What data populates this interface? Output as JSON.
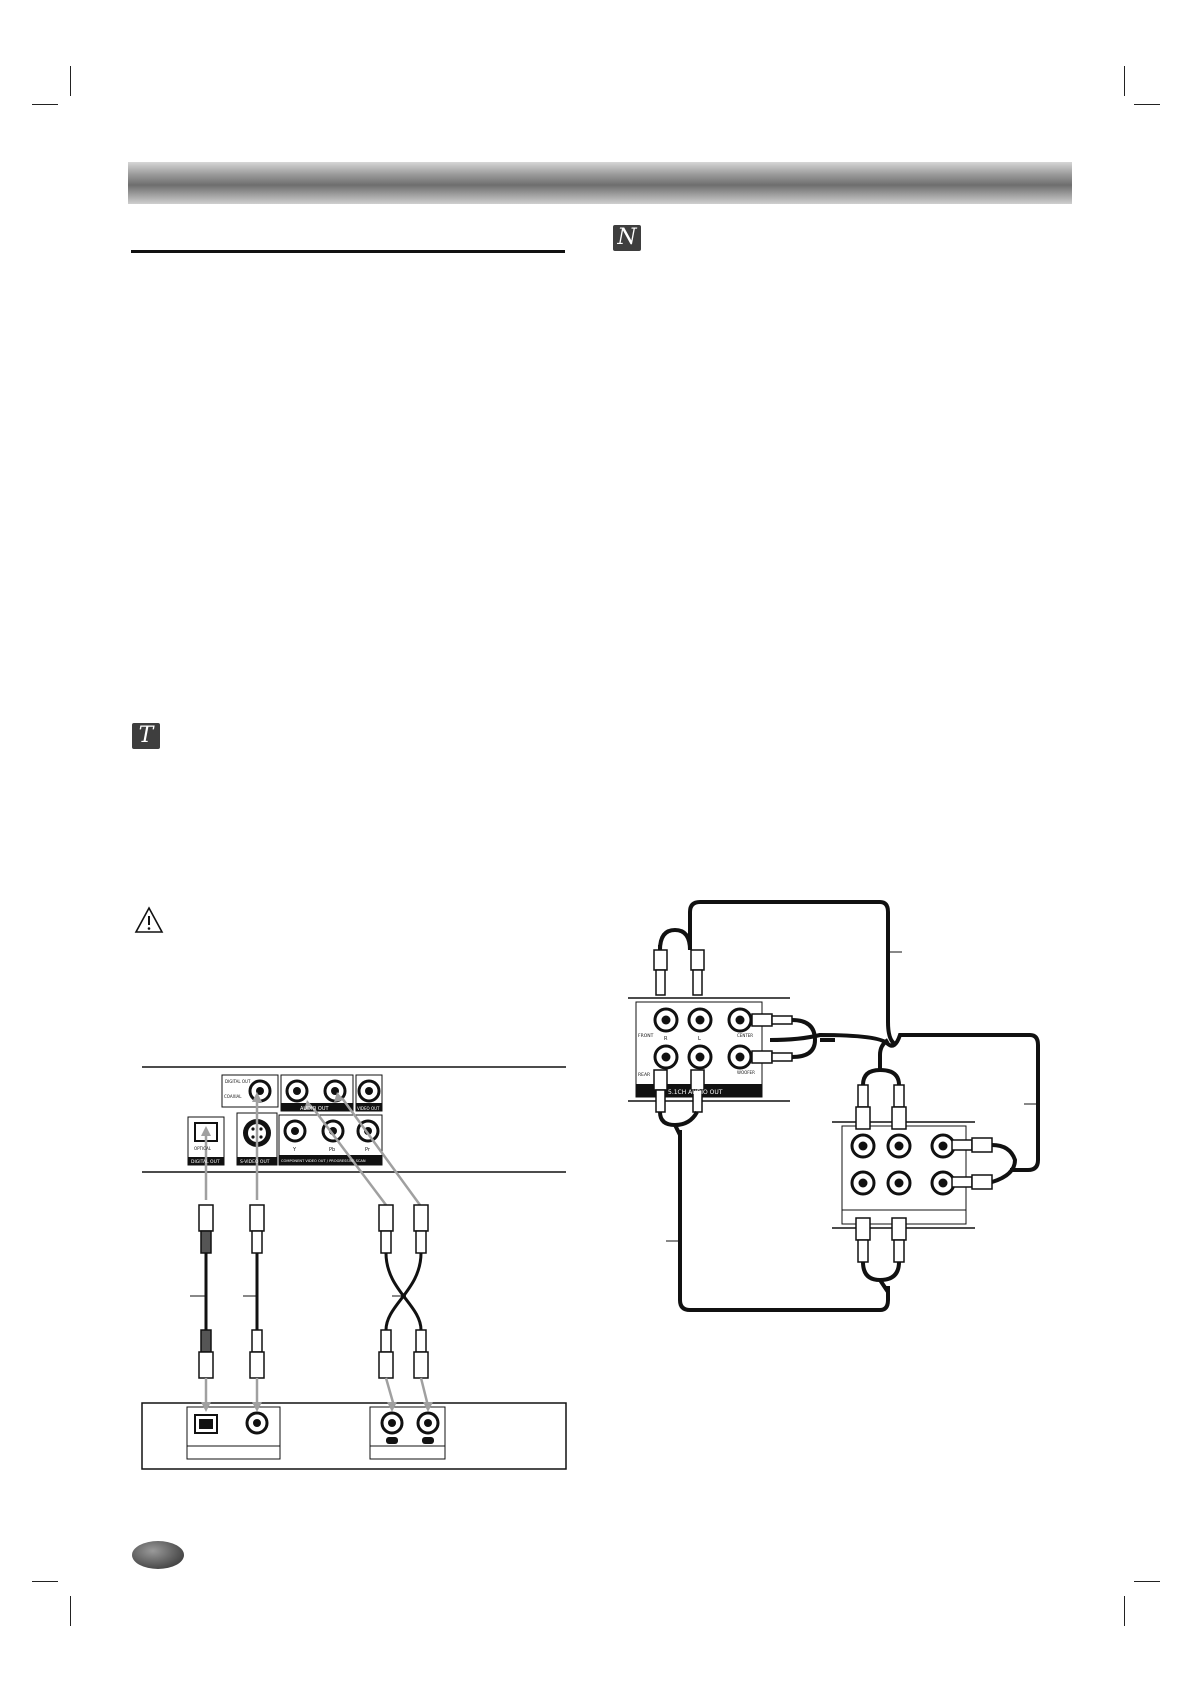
{
  "icons": {
    "note": "N",
    "tip": "T",
    "caution": "!"
  },
  "rear_panel_labels": {
    "digital_audio_out": "DIGITAL OUT",
    "coaxial": "COAXIAL",
    "optical_out": "DIGITAL OUT",
    "optical": "OPTICAL",
    "s_video_out": "S-VIDEO OUT",
    "audio_out": "AUDIO OUT",
    "video_out": "VIDEO OUT",
    "component_out": "COMPONENT VIDEO OUT / PROGRESSIVE SCAN",
    "y": "Y",
    "pb": "Pb",
    "pr": "Pr"
  },
  "surround_panel_labels": {
    "panel": "5.1CH AUDIO OUT",
    "front": "FRONT",
    "rear": "REAR",
    "center": "CENTER",
    "woofer": "WOOFER",
    "r": "R",
    "l": "L"
  },
  "colors": {
    "title_bar_dark": "#6e6e6e",
    "title_bar_light": "#d6d6d6",
    "icon_bg": "#3e3e3e",
    "line": "#111111",
    "arrow_gray": "#9a9a9a"
  }
}
